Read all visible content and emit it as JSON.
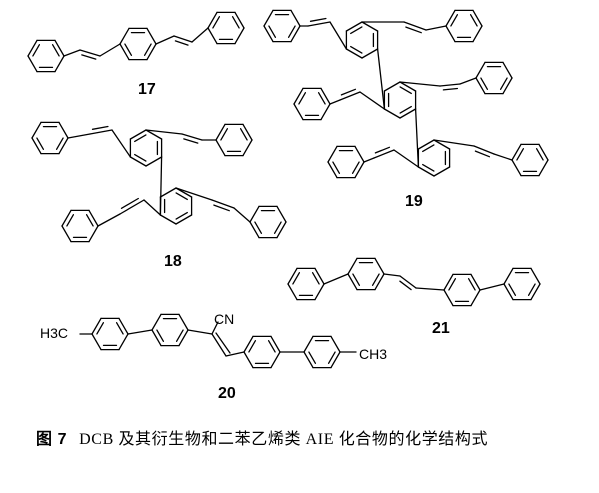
{
  "compounds": [
    {
      "id": "17",
      "label": "17"
    },
    {
      "id": "18",
      "label": "18"
    },
    {
      "id": "19",
      "label": "19"
    },
    {
      "id": "20",
      "label": "20",
      "groups": [
        "CN",
        "H3C",
        "CH3"
      ]
    },
    {
      "id": "21",
      "label": "21"
    }
  ],
  "caption": {
    "label": "图 7",
    "text": "DCB 及其衍生物和二苯乙烯类 AIE 化合物的化学结构式"
  }
}
